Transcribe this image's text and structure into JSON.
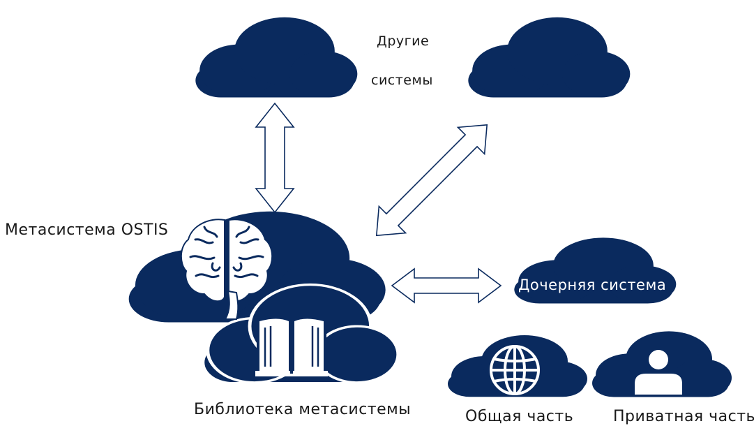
{
  "labels": {
    "other_systems_line1": "Другие",
    "other_systems_line2": "системы",
    "metasystem": "Метасистема OSTIS",
    "library": "Библиотека метасистемы",
    "child_system": "Дочерняя система",
    "common_part": "Общая часть",
    "private_part": "Приватная часть"
  },
  "icons": [
    "brain-icon",
    "book-icon",
    "globe-icon",
    "person-icon"
  ],
  "colors": {
    "cloud_fill": "#0a2a5e",
    "icon_fill": "#ffffff",
    "arrow_stroke": "#0a2a5e",
    "text": "#1a1a1a"
  }
}
